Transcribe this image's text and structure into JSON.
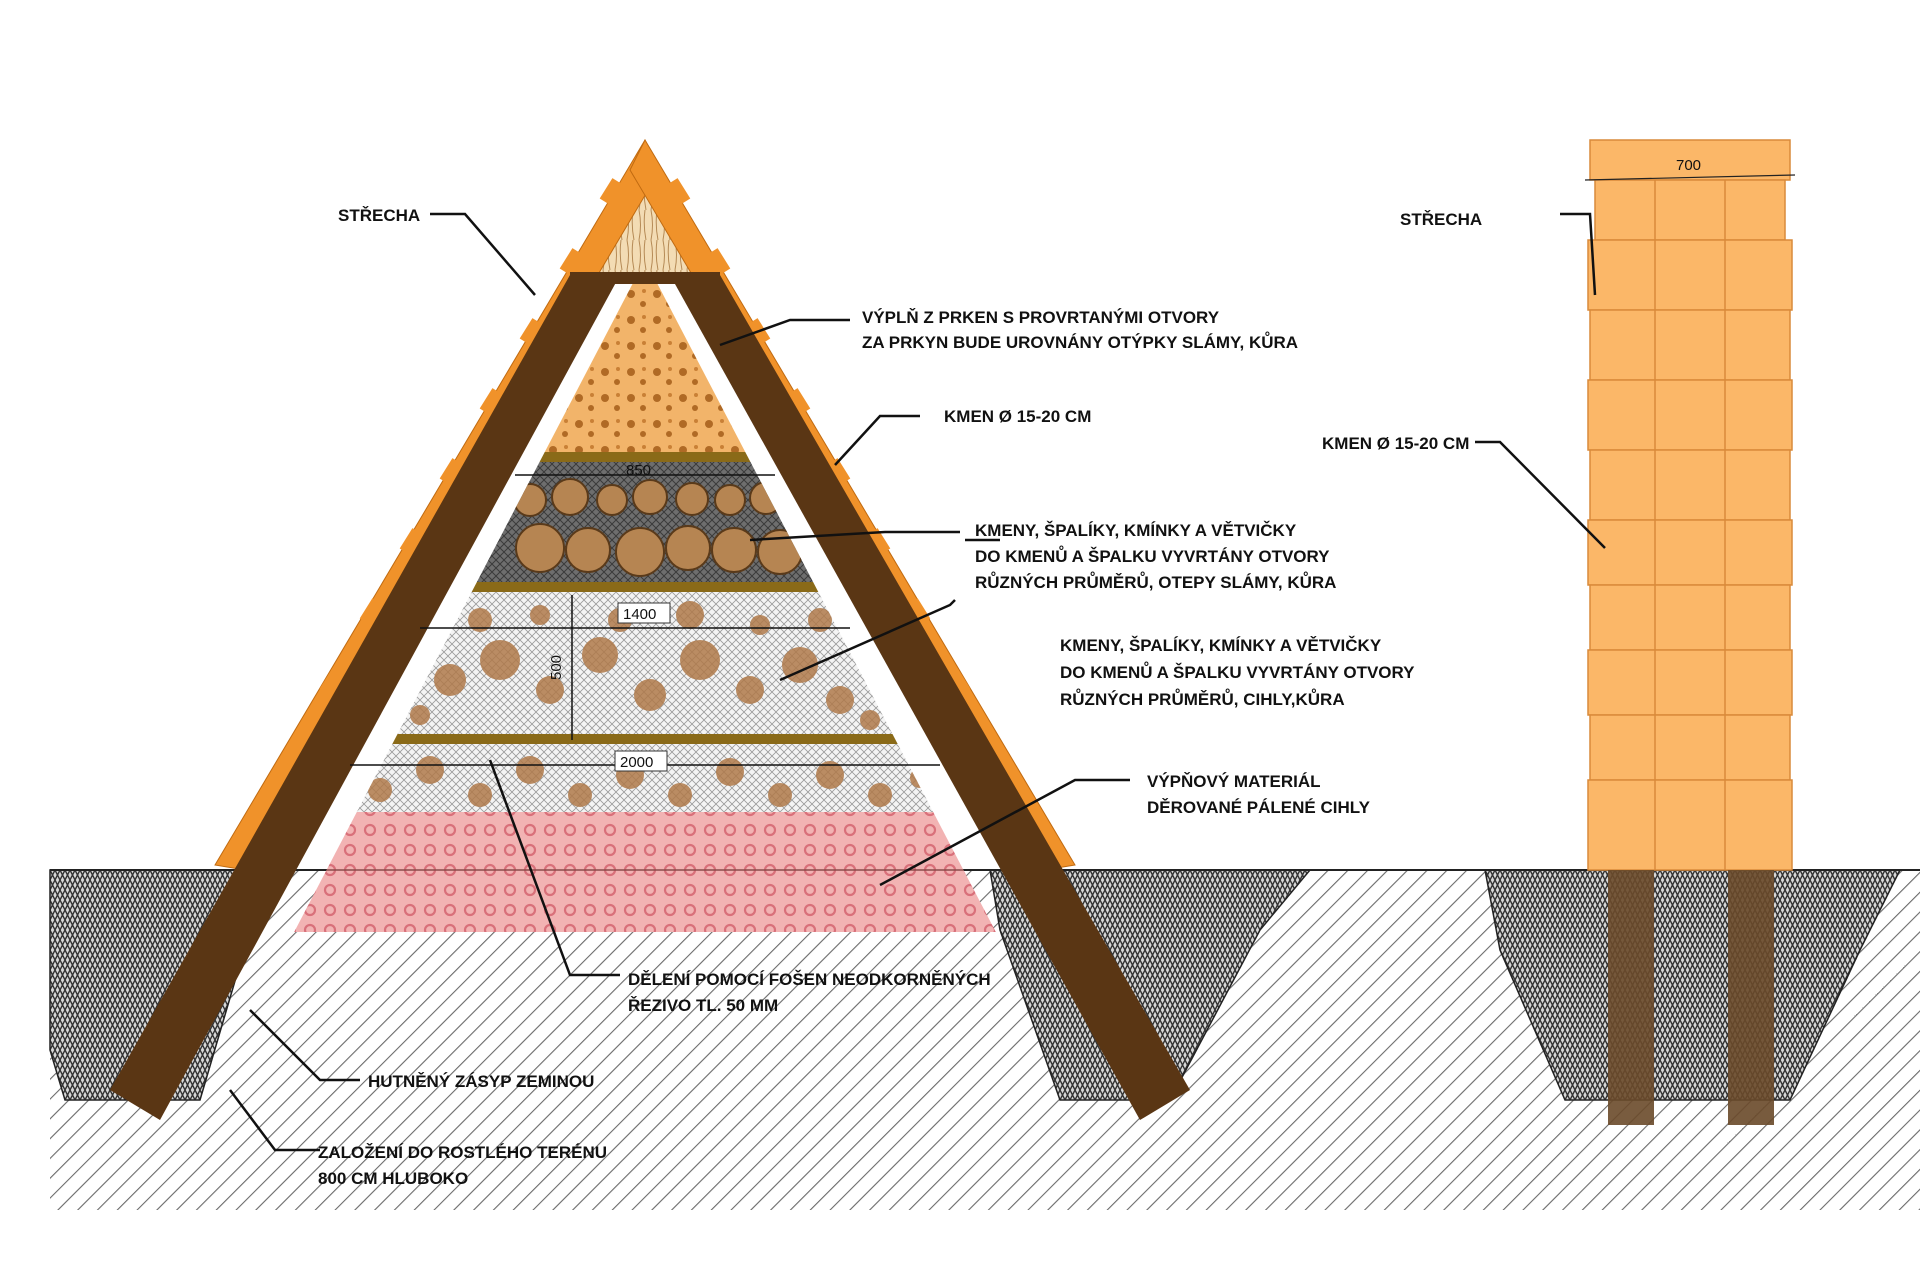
{
  "labels": {
    "roof_left": "STŘECHA",
    "fill_boards_1": "VÝPLŇ Z PRKEN S PROVRTANÝMI OTVORY",
    "fill_boards_2": "ZA PRKYN BUDE  UROVNÁNY OTÝPKY SLÁMY, KŮRA",
    "trunk_left": "KMEN Ø 15-20 CM",
    "logs_a_1": "KMENY, ŠPALÍKY, KMÍNKY A VĚTVIČKY",
    "logs_a_2": "DO KMENŮ A ŠPALKU VYVRTÁNY OTVORY",
    "logs_a_3": "RŮZNÝCH PRŮMĚRŮ, OTEPY SLÁMY, KŮRA",
    "logs_b_1": "KMENY, ŠPALÍKY, KMÍNKY A VĚTVIČKY",
    "logs_b_2": "DO KMENŮ A ŠPALKU VYVRTÁNY OTVORY",
    "logs_b_3": "RŮZNÝCH PRŮMĚRŮ, CIHLY,KŮRA",
    "filler_1": "VÝPŇOVÝ MATERIÁL",
    "filler_2": "DĚROVANÉ PÁLENÉ CIHLY",
    "division_1": "DĚLENÍ POMOCÍ FOŠEN NEODKORNĚNÝCH",
    "division_2": "ŘEZIVO TL. 50 MM",
    "backfill": "HUTNĚNÝ ZÁSYP ZEMINOU",
    "foundation_1": "ZALOŽENÍ DO ROSTLÉHO TERÉNU",
    "foundation_2": "800 CM HLUBOKO",
    "roof_right": "STŘECHA",
    "trunk_right": "KMEN Ø 15-20 CM"
  },
  "dimensions": {
    "top_width": "850",
    "mid_width": "1400",
    "mid_height": "500",
    "bottom_width": "2000",
    "side_width": "700"
  },
  "colors": {
    "roof_orange": "#f0922a",
    "beam_brown": "#5a3614",
    "straw_fill": "#f2b46a",
    "brick_pink": "#f2a8a8",
    "side_column": "#fbb768",
    "soil_hatch": "#555555"
  }
}
